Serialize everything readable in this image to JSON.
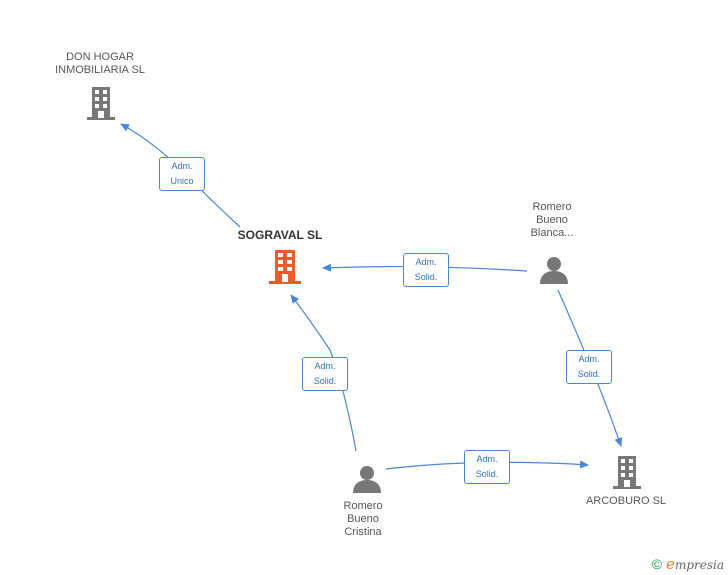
{
  "colors": {
    "company_icon": "#777777",
    "focus_company_icon": "#f05a28",
    "person_icon": "#777777",
    "edge": "#4a86d8",
    "edge_label_text": "#2f6fc4"
  },
  "nodes": {
    "don_hogar": {
      "type": "company",
      "icon": "building-icon",
      "lines": [
        "DON HOGAR",
        "INMOBILIARIA SL"
      ]
    },
    "sograval": {
      "type": "company",
      "focus": true,
      "icon": "building-icon",
      "lines": [
        "SOGRAVAL SL"
      ]
    },
    "romero_blanca": {
      "type": "person",
      "icon": "person-icon",
      "lines": [
        "Romero",
        "Bueno",
        "Blanca..."
      ]
    },
    "romero_cristina": {
      "type": "person",
      "icon": "person-icon",
      "lines": [
        "Romero",
        "Bueno",
        "Cristina"
      ]
    },
    "arcoburo": {
      "type": "company",
      "icon": "building-icon",
      "lines": [
        "ARCOBURO SL"
      ]
    }
  },
  "edges": [
    {
      "from": "sograval",
      "to": "don_hogar",
      "label": [
        "Adm.",
        "Unico"
      ]
    },
    {
      "from": "romero_blanca",
      "to": "sograval",
      "label": [
        "Adm.",
        "Solid."
      ]
    },
    {
      "from": "romero_cristina",
      "to": "sograval",
      "label": [
        "Adm.",
        "Solid."
      ]
    },
    {
      "from": "romero_blanca",
      "to": "arcoburo",
      "label": [
        "Adm.",
        "Solid."
      ]
    },
    {
      "from": "romero_cristina",
      "to": "arcoburo",
      "label": [
        "Adm.",
        "Solid."
      ]
    }
  ],
  "footer": {
    "copyright_symbol": "©",
    "brand_initial": "e",
    "brand_rest": "mpresia"
  }
}
